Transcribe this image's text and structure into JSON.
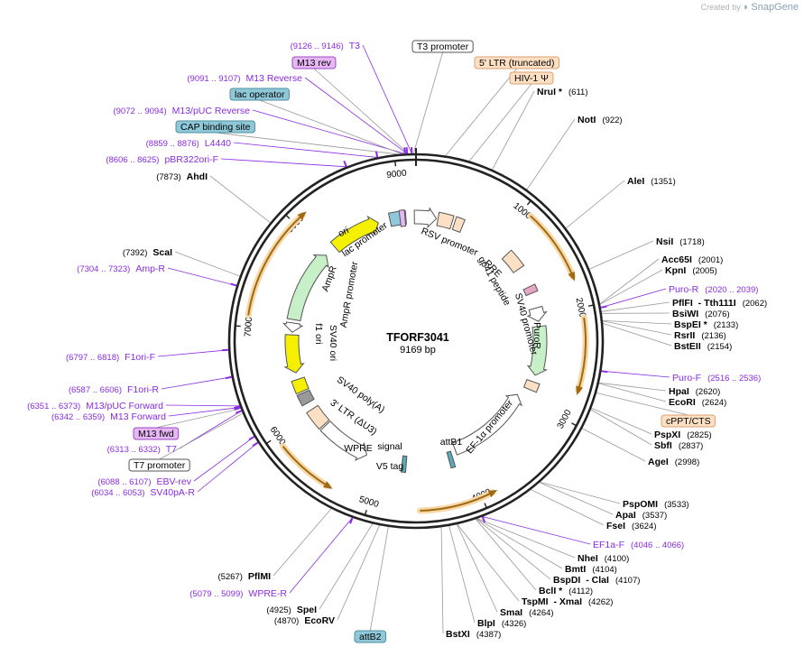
{
  "watermark": {
    "prefix": "Created by",
    "brand": "SnapGene"
  },
  "center": {
    "name": "TFORF3041",
    "size": "9169 bp"
  },
  "total_bp": 9169,
  "ticks": [
    {
      "bp": 1000,
      "label": "1000"
    },
    {
      "bp": 2000,
      "label": "2000"
    },
    {
      "bp": 3000,
      "label": "3000"
    },
    {
      "bp": 4000,
      "label": "4000"
    },
    {
      "bp": 5000,
      "label": "5000"
    },
    {
      "bp": 6000,
      "label": "6000"
    },
    {
      "bp": 7000,
      "label": "7000"
    },
    {
      "bp": 8000,
      "label": "8000"
    },
    {
      "bp": 9000,
      "label": "9000"
    }
  ],
  "sites_right": [
    {
      "name": "NruI *",
      "pos": "(611)",
      "bp": 611
    },
    {
      "name": "NotI",
      "pos": "(922)",
      "bp": 922
    },
    {
      "name": "AleI",
      "pos": "(1351)",
      "bp": 1351
    },
    {
      "name": "NsiI",
      "pos": "(1718)",
      "bp": 1718
    },
    {
      "name": "Acc65I",
      "pos": "(2001)",
      "bp": 2001
    },
    {
      "name": "KpnI",
      "pos": "(2005)",
      "bp": 2005
    },
    {
      "name": "PflFI - Tth111I",
      "pos": "(2062)",
      "bp": 2062
    },
    {
      "name": "BsiWI",
      "pos": "(2076)",
      "bp": 2076
    },
    {
      "name": "BspEI *",
      "pos": "(2133)",
      "bp": 2133
    },
    {
      "name": "RsrII",
      "pos": "(2136)",
      "bp": 2136
    },
    {
      "name": "BstEII",
      "pos": "(2154)",
      "bp": 2154
    },
    {
      "name": "HpaI",
      "pos": "(2620)",
      "bp": 2620
    },
    {
      "name": "EcoRI",
      "pos": "(2624)",
      "bp": 2624
    },
    {
      "name": "PspXI",
      "pos": "(2825)",
      "bp": 2825
    },
    {
      "name": "SbfI",
      "pos": "(2837)",
      "bp": 2837
    },
    {
      "name": "AgeI",
      "pos": "(2998)",
      "bp": 2998
    },
    {
      "name": "PspOMI",
      "pos": "(3533)",
      "bp": 3533
    },
    {
      "name": "ApaI",
      "pos": "(3537)",
      "bp": 3537
    },
    {
      "name": "FseI",
      "pos": "(3624)",
      "bp": 3624
    },
    {
      "name": "NheI",
      "pos": "(4100)",
      "bp": 4100
    },
    {
      "name": "BmtI",
      "pos": "(4104)",
      "bp": 4104
    },
    {
      "name": "BspDI - ClaI",
      "pos": "(4107)",
      "bp": 4107
    },
    {
      "name": "BclI *",
      "pos": "(4112)",
      "bp": 4112
    },
    {
      "name": "TspMI - XmaI",
      "pos": "(4262)",
      "bp": 4262
    },
    {
      "name": "SmaI",
      "pos": "(4264)",
      "bp": 4264
    },
    {
      "name": "BlpI",
      "pos": "(4326)",
      "bp": 4326
    },
    {
      "name": "BstXI",
      "pos": "(4387)",
      "bp": 4387
    }
  ],
  "sites_left": [
    {
      "name": "SpeI",
      "pos": "(4925)",
      "bp": 4925
    },
    {
      "name": "EcoRV",
      "pos": "(4870)",
      "bp": 4870
    },
    {
      "name": "PflMI",
      "pos": "(5267)",
      "bp": 5267
    },
    {
      "name": "ScaI",
      "pos": "(7392)",
      "bp": 7392
    },
    {
      "name": "AhdI",
      "pos": "(7873)",
      "bp": 7873
    }
  ],
  "primers": [
    {
      "name": "Puro-R",
      "pos": "(2020 .. 2039)",
      "bp": 2030
    },
    {
      "name": "Puro-F",
      "pos": "(2516 .. 2536)",
      "bp": 2526
    },
    {
      "name": "EF1a-F",
      "pos": "(4046 .. 4066)",
      "bp": 4056
    },
    {
      "name": "WPRE-R",
      "pos": "(5079 .. 5099)",
      "bp": 5089
    },
    {
      "name": "SV40pA-R",
      "pos": "(6034 .. 6053)",
      "bp": 6044
    },
    {
      "name": "EBV-rev",
      "pos": "(6088 .. 6107)",
      "bp": 6098
    },
    {
      "name": "T7",
      "pos": "(6313 .. 6332)",
      "bp": 6322
    },
    {
      "name": "M13 Forward",
      "pos": "(6342 .. 6359)",
      "bp": 6350
    },
    {
      "name": "M13/pUC Forward",
      "pos": "(6351 .. 6373)",
      "bp": 6362
    },
    {
      "name": "F1ori-R",
      "pos": "(6587 .. 6606)",
      "bp": 6596
    },
    {
      "name": "F1ori-F",
      "pos": "(6797 .. 6818)",
      "bp": 6808
    },
    {
      "name": "Amp-R",
      "pos": "(7304 .. 7323)",
      "bp": 7314
    },
    {
      "name": "pBR322ori-F",
      "pos": "(8606 .. 8625)",
      "bp": 8615
    },
    {
      "name": "L4440",
      "pos": "(8859 .. 8876)",
      "bp": 8867
    },
    {
      "name": "M13/pUC Reverse",
      "pos": "(9072 .. 9094)",
      "bp": 9083
    },
    {
      "name": "M13 Reverse",
      "pos": "(9091 .. 9107)",
      "bp": 9099
    },
    {
      "name": "T3",
      "pos": "(9126 .. 9146)",
      "bp": 9136
    }
  ],
  "boxed_labels": [
    {
      "name": "T3 promoter",
      "bp": 9150,
      "color": "#ffffff",
      "border": "#555555"
    },
    {
      "name": "5' LTR (truncated)",
      "bp": 230,
      "color": "#fde0c4",
      "border": "#d9a070"
    },
    {
      "name": "HIV-1 Ψ",
      "bp": 420,
      "color": "#fde0c4",
      "border": "#d9a070"
    },
    {
      "name": "M13 rev",
      "bp": 9110,
      "color": "#e7b6f5",
      "border": "#9b4bc0"
    },
    {
      "name": "lac operator",
      "bp": 9060,
      "color": "#8fc9d9",
      "border": "#4f8fa0"
    },
    {
      "name": "CAP binding site",
      "bp": 9030,
      "color": "#8fc9d9",
      "border": "#4f8fa0"
    },
    {
      "name": "cPPT/CTS",
      "bp": 2700,
      "color": "#fde0c4",
      "border": "#d9a070"
    },
    {
      "name": "M13 fwd",
      "bp": 6340,
      "color": "#e7b6f5",
      "border": "#9b4bc0"
    },
    {
      "name": "T7 promoter",
      "bp": 6300,
      "color": "#ffffff",
      "border": "#555555"
    },
    {
      "name": "attB2",
      "bp": 4800,
      "color": "#8fc9d9",
      "border": "#4f8fa0"
    }
  ],
  "features_text": [
    {
      "name": "RSV promoter"
    },
    {
      "name": "RRE"
    },
    {
      "name": "gp41 peptide"
    },
    {
      "name": "SV40 promoter"
    },
    {
      "name": "PuroR"
    },
    {
      "name": "EF-1α promoter"
    },
    {
      "name": "attB1"
    },
    {
      "name": "V5 tag"
    },
    {
      "name": "signal"
    },
    {
      "name": "WPRE"
    },
    {
      "name": "3' LTR (ΔU3)"
    },
    {
      "name": "SV40 poly(A)"
    },
    {
      "name": "SV40 ori"
    },
    {
      "name": "f1 ori"
    },
    {
      "name": "AmpR promoter"
    },
    {
      "name": "AmpR"
    },
    {
      "name": "ori"
    },
    {
      "name": "lac promoter"
    }
  ],
  "colors": {
    "backbone": "#222222",
    "orf_orange": "#e8a33c",
    "promoter_white": "#ffffff",
    "ltr_peach": "#fde0c4",
    "amp_green": "#c8f0c8",
    "ori_yellow": "#f4f000",
    "primer_purple": "#8a2be2",
    "site_line": "#999999"
  }
}
